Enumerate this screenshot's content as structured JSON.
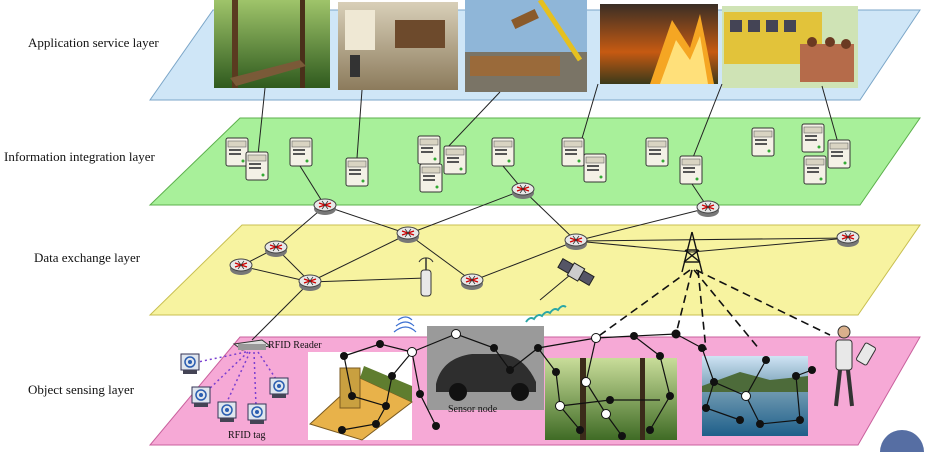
{
  "layers": {
    "application": "Application service layer",
    "information": "Information integration layer",
    "data_exchange": "Data exchange layer",
    "object_sensing": "Object sensing layer"
  },
  "labels": {
    "rfid_reader": "RFID Reader",
    "rfid_tag": "RFID tag",
    "sensor_node": "Sensor node"
  },
  "colors": {
    "application_plane": "#cfe6f7",
    "information_plane": "#a8f09a",
    "data_exchange_plane": "#f7f3a0",
    "object_sensing_plane": "#f6a9d6"
  },
  "icons": {
    "server": "server-icon",
    "router": "router-icon",
    "antenna": "wireless-antenna-icon",
    "satellite": "satellite-icon",
    "tower": "transmission-tower-icon",
    "phone_user": "mobile-user-icon",
    "rfid_tag": "rfid-tag-icon",
    "rfid_reader": "rfid-reader-icon"
  }
}
